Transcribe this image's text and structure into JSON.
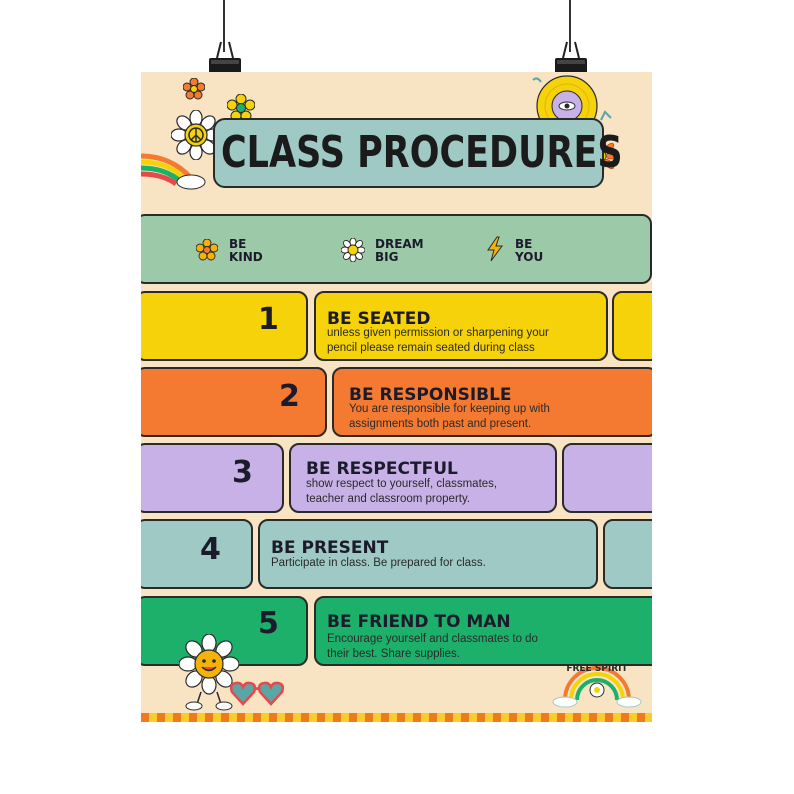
{
  "poster": {
    "title": "CLASS PROCEDURES",
    "values": [
      {
        "line1": "BE",
        "line2": "KIND",
        "icon": "flower-icon"
      },
      {
        "line1": "DREAM",
        "line2": "BIG",
        "icon": "daisy-icon"
      },
      {
        "line1": "BE",
        "line2": "YOU",
        "icon": "lightning-icon"
      }
    ],
    "rules": [
      {
        "number": "1",
        "title": "BE SEATED",
        "desc1": "unless given permission or sharpening your",
        "desc2": "pencil please remain seated during class",
        "color": "#f5d209"
      },
      {
        "number": "2",
        "title": "BE RESPONSIBLE",
        "desc1": "You are responsible for keeping up with",
        "desc2": "assignments both past and present.",
        "color": "#f47a32"
      },
      {
        "number": "3",
        "title": "BE RESPECTFUL",
        "desc1": "show respect to yourself, classmates,",
        "desc2": "teacher and classroom property.",
        "color": "#c8b1e6"
      },
      {
        "number": "4",
        "title": "BE PRESENT",
        "desc1": "Participate in class. Be prepared for class.",
        "desc2": "",
        "color": "#9fc9c4"
      },
      {
        "number": "5",
        "title": "BE FRIEND TO MAN",
        "desc1": "Encourage yourself and classmates to do",
        "desc2": "their best. Share supplies.",
        "color": "#1cb06b"
      }
    ],
    "badge_text": "FREE SPIRIT",
    "colors": {
      "background": "#f8e3c3",
      "values_bar": "#9ccaa9"
    }
  }
}
